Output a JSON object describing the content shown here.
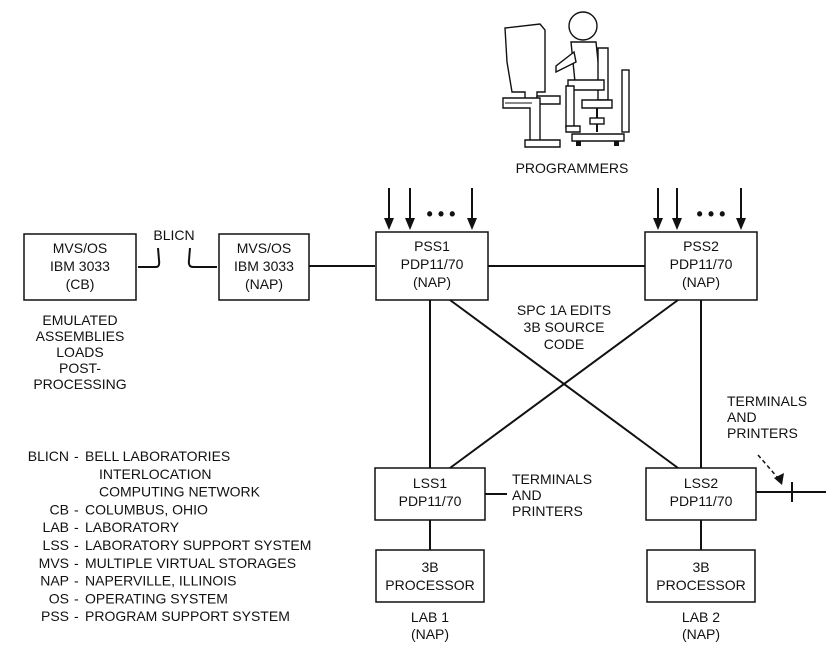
{
  "programmers": {
    "label": "PROGRAMMERS"
  },
  "blicn_link": {
    "label": "BLICN"
  },
  "boxes": {
    "mvs_cb": [
      "MVS/OS",
      "IBM 3033",
      "(CB)"
    ],
    "mvs_nap": [
      "MVS/OS",
      "IBM 3033",
      "(NAP)"
    ],
    "pss1": [
      "PSS1",
      "PDP11/70",
      "(NAP)"
    ],
    "pss2": [
      "PSS2",
      "PDP11/70",
      "(NAP)"
    ],
    "lss1": [
      "LSS1",
      "PDP11/70"
    ],
    "lss2": [
      "LSS2",
      "PDP11/70"
    ],
    "proc1": [
      "3B",
      "PROCESSOR"
    ],
    "proc2": [
      "3B",
      "PROCESSOR"
    ]
  },
  "cb_note": [
    "EMULATED",
    "ASSEMBLIES",
    "LOADS",
    "POST-",
    "PROCESSING"
  ],
  "center_note": [
    "SPC 1A EDITS",
    "3B SOURCE",
    "CODE"
  ],
  "terminals_lss1": [
    "TERMINALS",
    "AND",
    "PRINTERS"
  ],
  "terminals_lss2": [
    "TERMINALS",
    "AND",
    "PRINTERS"
  ],
  "lab1": [
    "LAB 1",
    "(NAP)"
  ],
  "lab2": [
    "LAB 2",
    "(NAP)"
  ],
  "legend": [
    {
      "abbr": "BLICN",
      "def": "BELL LABORATORIES"
    },
    {
      "abbr": "",
      "def": "INTERLOCATION"
    },
    {
      "abbr": "",
      "def": "COMPUTING NETWORK"
    },
    {
      "abbr": "CB",
      "def": "COLUMBUS, OHIO"
    },
    {
      "abbr": "LAB",
      "def": "LABORATORY"
    },
    {
      "abbr": "LSS",
      "def": "LABORATORY SUPPORT SYSTEM"
    },
    {
      "abbr": "MVS",
      "def": "MULTIPLE VIRTUAL STORAGES"
    },
    {
      "abbr": "NAP",
      "def": "NAPERVILLE, ILLINOIS"
    },
    {
      "abbr": "OS",
      "def": "OPERATING SYSTEM"
    },
    {
      "abbr": "PSS",
      "def": "PROGRAM SUPPORT SYSTEM"
    }
  ],
  "legend_sep": "-",
  "ellipsis": "• • •"
}
